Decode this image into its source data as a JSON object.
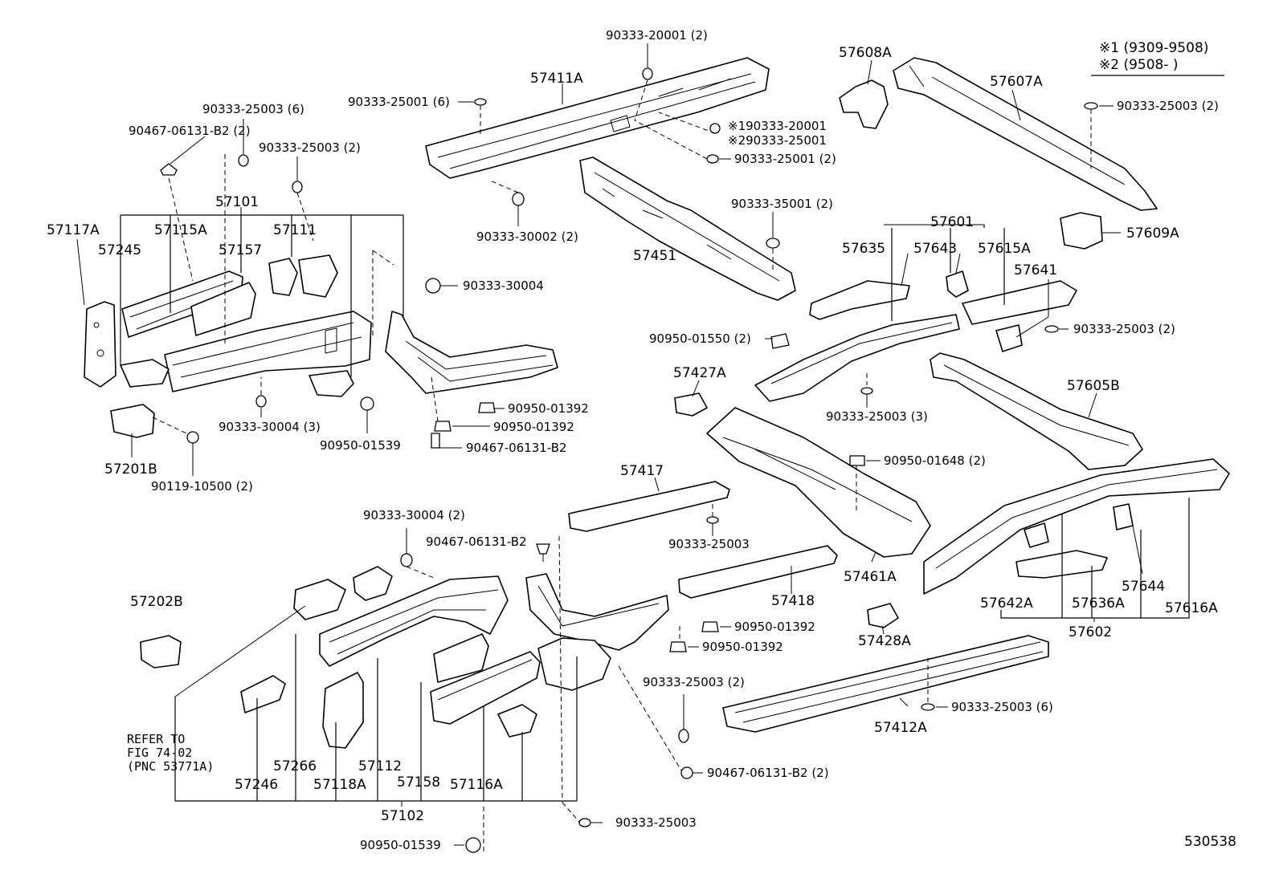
{
  "legend": {
    "note1": "※1  (9309-9508)",
    "note2": "※2  (9508-       )"
  },
  "figure_number": "530538",
  "refer_note": [
    "REFER TO",
    "FIG 74-02",
    "(PNC 53771A)"
  ],
  "labels": {
    "p57411A": "57411A",
    "p57608A": "57608A",
    "p57607A": "57607A",
    "p57609A": "57609A",
    "p57101": "57101",
    "p57117A": "57117A",
    "p57245": "57245",
    "p57115A": "57115A",
    "p57157": "57157",
    "p57111": "57111",
    "p57201B": "57201B",
    "p57451": "57451",
    "p57601": "57601",
    "p57635": "57635",
    "p57643": "57643",
    "p57615A": "57615A",
    "p57641": "57641",
    "p57427A": "57427A",
    "p57605B": "57605B",
    "p57417": "57417",
    "p57461A": "57461A",
    "p57418": "57418",
    "p57428A": "57428A",
    "p57202B": "57202B",
    "p57642A": "57642A",
    "p57636A": "57636A",
    "p57644": "57644",
    "p57616A": "57616A",
    "p57602": "57602",
    "p57412A": "57412A",
    "p57246": "57246",
    "p57266": "57266",
    "p57118A": "57118A",
    "p57112": "57112",
    "p57158": "57158",
    "p57116A": "57116A",
    "p57102": "57102"
  },
  "fasteners": {
    "f1": "90333-20001 (2)",
    "f2": "90333-25001 (6)",
    "f3": "※190333-20001",
    "f4": "※290333-25001",
    "f5": "90333-25001 (2)",
    "f6": "90333-25003 (6)",
    "f7": "90467-06131-B2 (2)",
    "f8": "90333-25003 (2)",
    "f9": "90333-30002 (2)",
    "f10": "90333-35001 (2)",
    "f11": "90333-25003 (2)",
    "f12": "90333-30004",
    "f13": "90950-01550 (2)",
    "f14": "90333-25003 (2)",
    "f15": "90333-25003 (3)",
    "f16": "90950-01392",
    "f17": "90333-30004 (3)",
    "f18": "90950-01392",
    "f19": "90950-01539",
    "f20": "90467-06131-B2",
    "f21": "90119-10500 (2)",
    "f22": "90950-01648 (2)",
    "f23": "90333-25003",
    "f24": "90333-30004 (2)",
    "f25": "90467-06131-B2",
    "f26": "90950-01392",
    "f27": "90950-01392",
    "f28": "90333-25003 (2)",
    "f29": "90333-25003 (6)",
    "f30": "90467-06131-B2 (2)",
    "f31": "90333-25003",
    "f32": "90950-01539"
  }
}
